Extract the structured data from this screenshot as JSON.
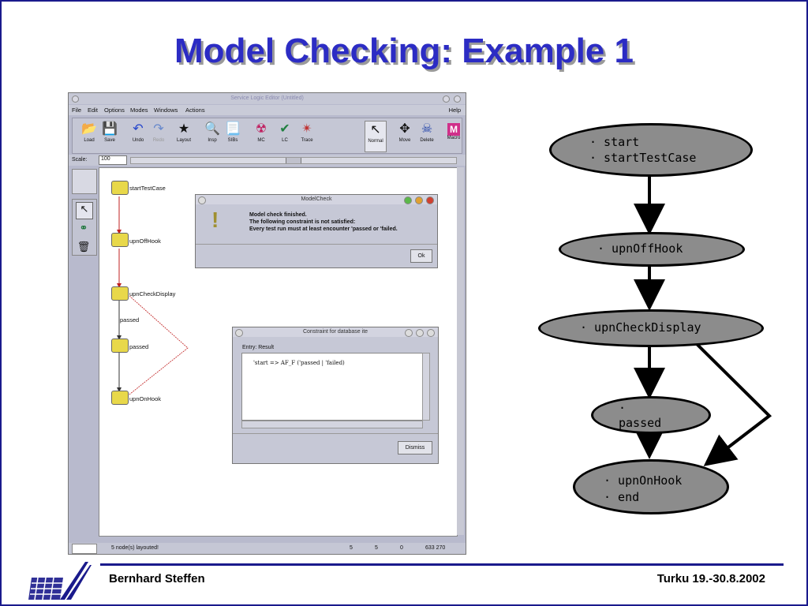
{
  "slide": {
    "title": "Model Checking: Example 1",
    "footer_left": "Bernhard Steffen",
    "footer_right": "Turku 19.-30.8.2002"
  },
  "app": {
    "window_title": "Service Logic Editor (Untitled)",
    "menu": [
      "File",
      "Edit",
      "Options",
      "Modes",
      "Windows",
      "Actions"
    ],
    "help": "Help",
    "toolbar": [
      {
        "label": "Load",
        "icon": "folder-icon"
      },
      {
        "label": "Save",
        "icon": "save-icon"
      },
      {
        "label": "Undo",
        "icon": "undo-icon"
      },
      {
        "label": "Redo",
        "icon": "redo-icon"
      },
      {
        "label": "Layout",
        "icon": "layout-icon"
      },
      {
        "label": "Insp",
        "icon": "inspect-icon"
      },
      {
        "label": "SIBs",
        "icon": "sibs-icon"
      },
      {
        "label": "MC",
        "icon": "model-check-icon"
      },
      {
        "label": "LC",
        "icon": "local-check-icon"
      },
      {
        "label": "Trace",
        "icon": "trace-icon"
      },
      {
        "label": "Normal",
        "icon": "pointer-icon"
      },
      {
        "label": "Move",
        "icon": "move-icon"
      },
      {
        "label": "Delete",
        "icon": "delete-icon"
      },
      {
        "label": "Macro",
        "icon": "macro-icon"
      }
    ],
    "scale_label": "Scale:",
    "scale_value": "100",
    "nodes": [
      {
        "label": "startTestCase"
      },
      {
        "label": "upnOffHook"
      },
      {
        "label": "upnCheckDisplay"
      },
      {
        "label": "passed"
      },
      {
        "label": "upnOnHook"
      }
    ],
    "edge_label": "passed",
    "status": {
      "message": "5 node(s) layouted!",
      "v1": "5",
      "v2": "5",
      "v3": "0",
      "coords": "633 270"
    },
    "modelcheck": {
      "title": "ModelCheck",
      "line1": "Model check finished.",
      "line2": "The following constraint is not satisfied:",
      "line3": "Every test run must at least encounter 'passed or 'failed.",
      "ok": "Ok"
    },
    "constraint": {
      "title": "Constraint for database ite",
      "entry_label": "Entry: Result",
      "formula": "'start => AF_F ('passed | 'failed)",
      "dismiss": "Dismiss"
    }
  },
  "graph": {
    "n1": [
      "· start",
      "· startTestCase"
    ],
    "n2": [
      "· upnOffHook"
    ],
    "n3": [
      "· upnCheckDisplay"
    ],
    "n4": [
      "·",
      "passed"
    ],
    "n5": [
      "· upnOnHook",
      "· end"
    ]
  }
}
